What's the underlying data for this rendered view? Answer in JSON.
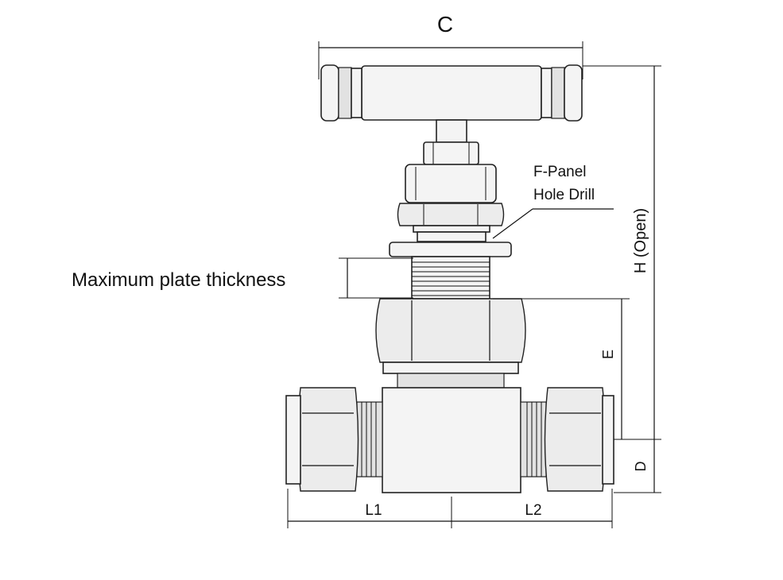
{
  "labels": {
    "dim_c": "C",
    "panel_hole_line1": "F-Panel",
    "panel_hole_line2": "Hole Drill",
    "max_plate": "Maximum plate thickness",
    "dim_h": "H (Open)",
    "dim_e": "E",
    "dim_d": "D",
    "dim_l1": "L1",
    "dim_l2": "L2"
  },
  "colors": {
    "line": "#111111",
    "metal_light": "#f4f4f4",
    "metal_shade": "#e2e2e2",
    "background": "#ffffff"
  }
}
